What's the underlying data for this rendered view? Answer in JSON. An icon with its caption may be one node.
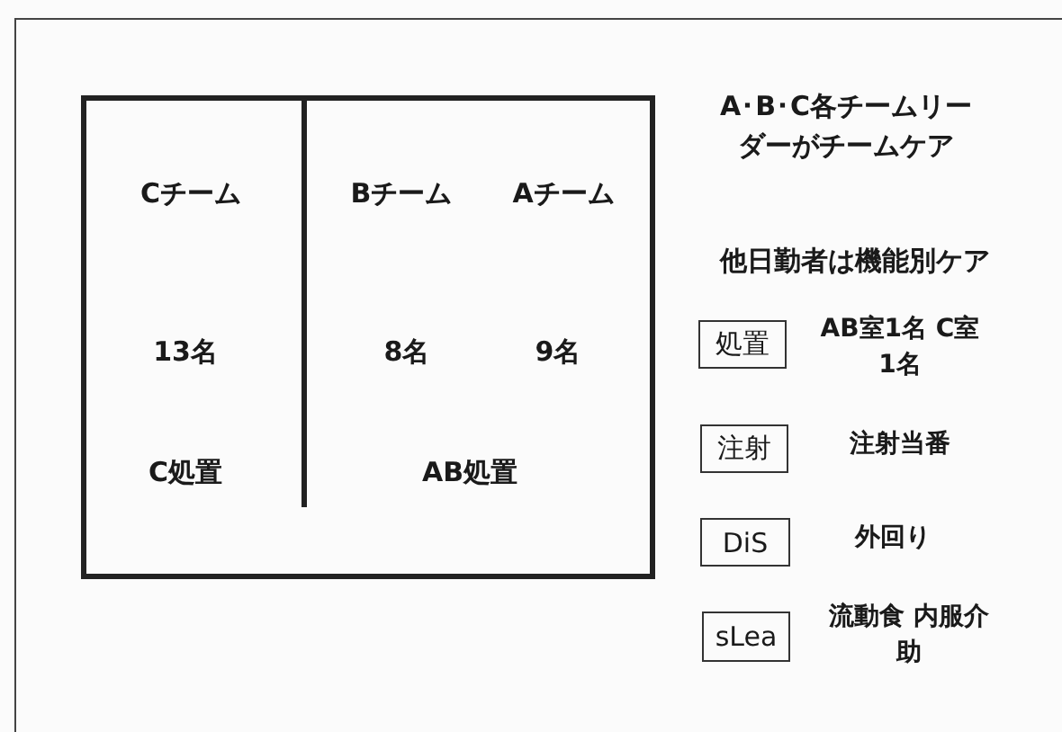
{
  "diagram": {
    "nodes": [
      {
        "text": [],
        "shape": "box"
      },
      {
        "text": [
          "Cチーム",
          "13名",
          "C処置"
        ],
        "in": 0
      },
      {
        "text": [
          "Bチーム",
          "Aチーム",
          "8名",
          "9名",
          "AB処置"
        ],
        "in": 0
      },
      {
        "text": [
          "処置"
        ],
        "beside": [
          "AB室1名 C室1名"
        ]
      },
      {
        "text": [
          "注射"
        ],
        "beside": [
          "注射当番"
        ]
      },
      {
        "text": [
          "DiS"
        ],
        "beside": [
          "外回り"
        ]
      },
      {
        "text": [
          "sLea"
        ],
        "beside": [
          "流動食 内服介助"
        ]
      }
    ],
    "labels": [
      "A･B･C各チームリーダーがチームケア",
      "他日勤者は機能別ケア"
    ]
  }
}
